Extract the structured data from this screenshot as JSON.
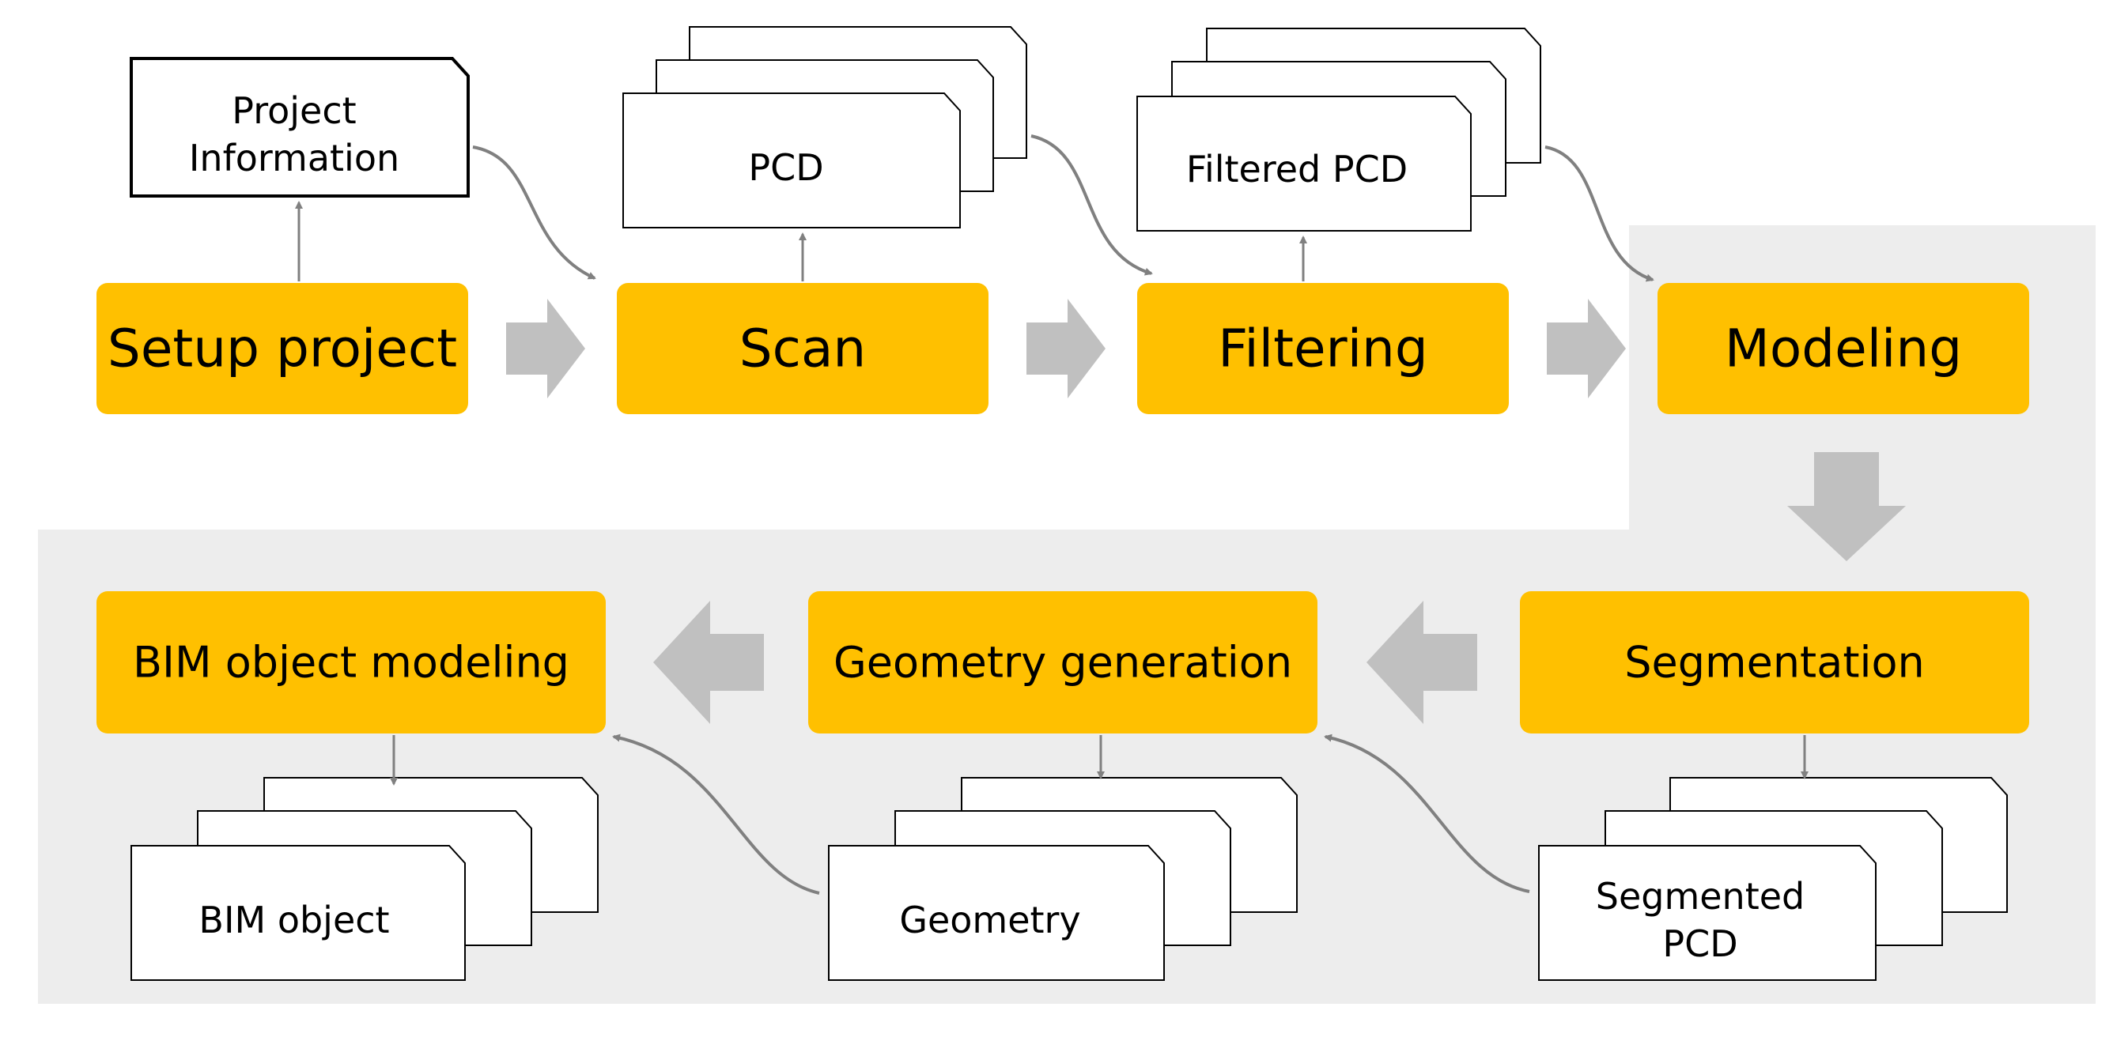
{
  "colors": {
    "process_fill": "#FFC000",
    "background_region": "#EDEDED",
    "block_arrow": "#C0C0C0",
    "connector": "#808080",
    "document_stroke": "#000000"
  },
  "processes": {
    "setup": "Setup project",
    "scan": "Scan",
    "filtering": "Filtering",
    "modeling": "Modeling",
    "segmentation": "Segmentation",
    "geometry_generation": "Geometry generation",
    "bim_modeling": "BIM object modeling"
  },
  "documents": {
    "project_info": [
      "Project",
      "Information"
    ],
    "pcd": "PCD",
    "filtered_pcd": "Filtered PCD",
    "segmented_pcd": [
      "Segmented",
      "PCD"
    ],
    "geometry": "Geometry",
    "bim_object": "BIM object"
  }
}
